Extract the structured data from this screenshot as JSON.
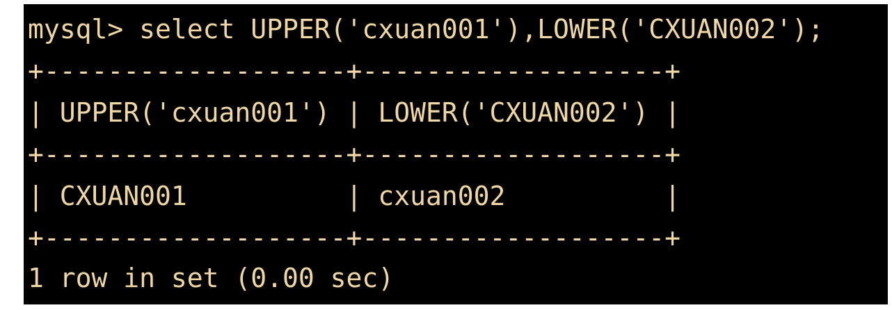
{
  "terminal": {
    "text_color": "#f0d7a6",
    "background_color": "#000000",
    "lines": [
      "mysql> select UPPER('cxuan001'),LOWER('CXUAN002');",
      "+-------------------+-------------------+",
      "| UPPER('cxuan001') | LOWER('CXUAN002') |",
      "+-------------------+-------------------+",
      "| CXUAN001          | cxuan002          |",
      "+-------------------+-------------------+",
      "1 row in set (0.00 sec)"
    ]
  }
}
